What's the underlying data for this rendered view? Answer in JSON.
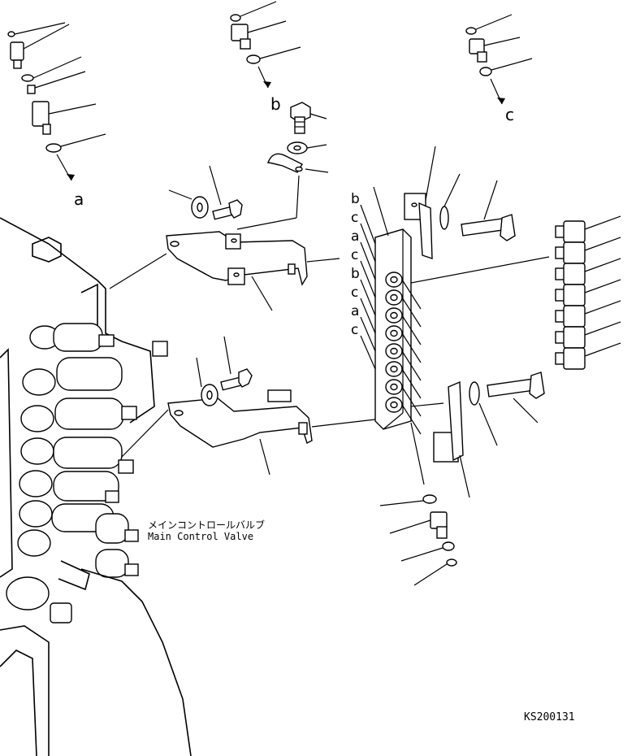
{
  "diagram": {
    "callouts": {
      "top_left": "a",
      "top_middle": "b",
      "top_right": "c",
      "block_labels": [
        "b",
        "c",
        "a",
        "c",
        "b",
        "c",
        "a",
        "c"
      ]
    },
    "caption": {
      "japanese": "メインコントロールバルブ",
      "english": "Main Control Valve"
    },
    "drawing_code": "KS200131"
  }
}
